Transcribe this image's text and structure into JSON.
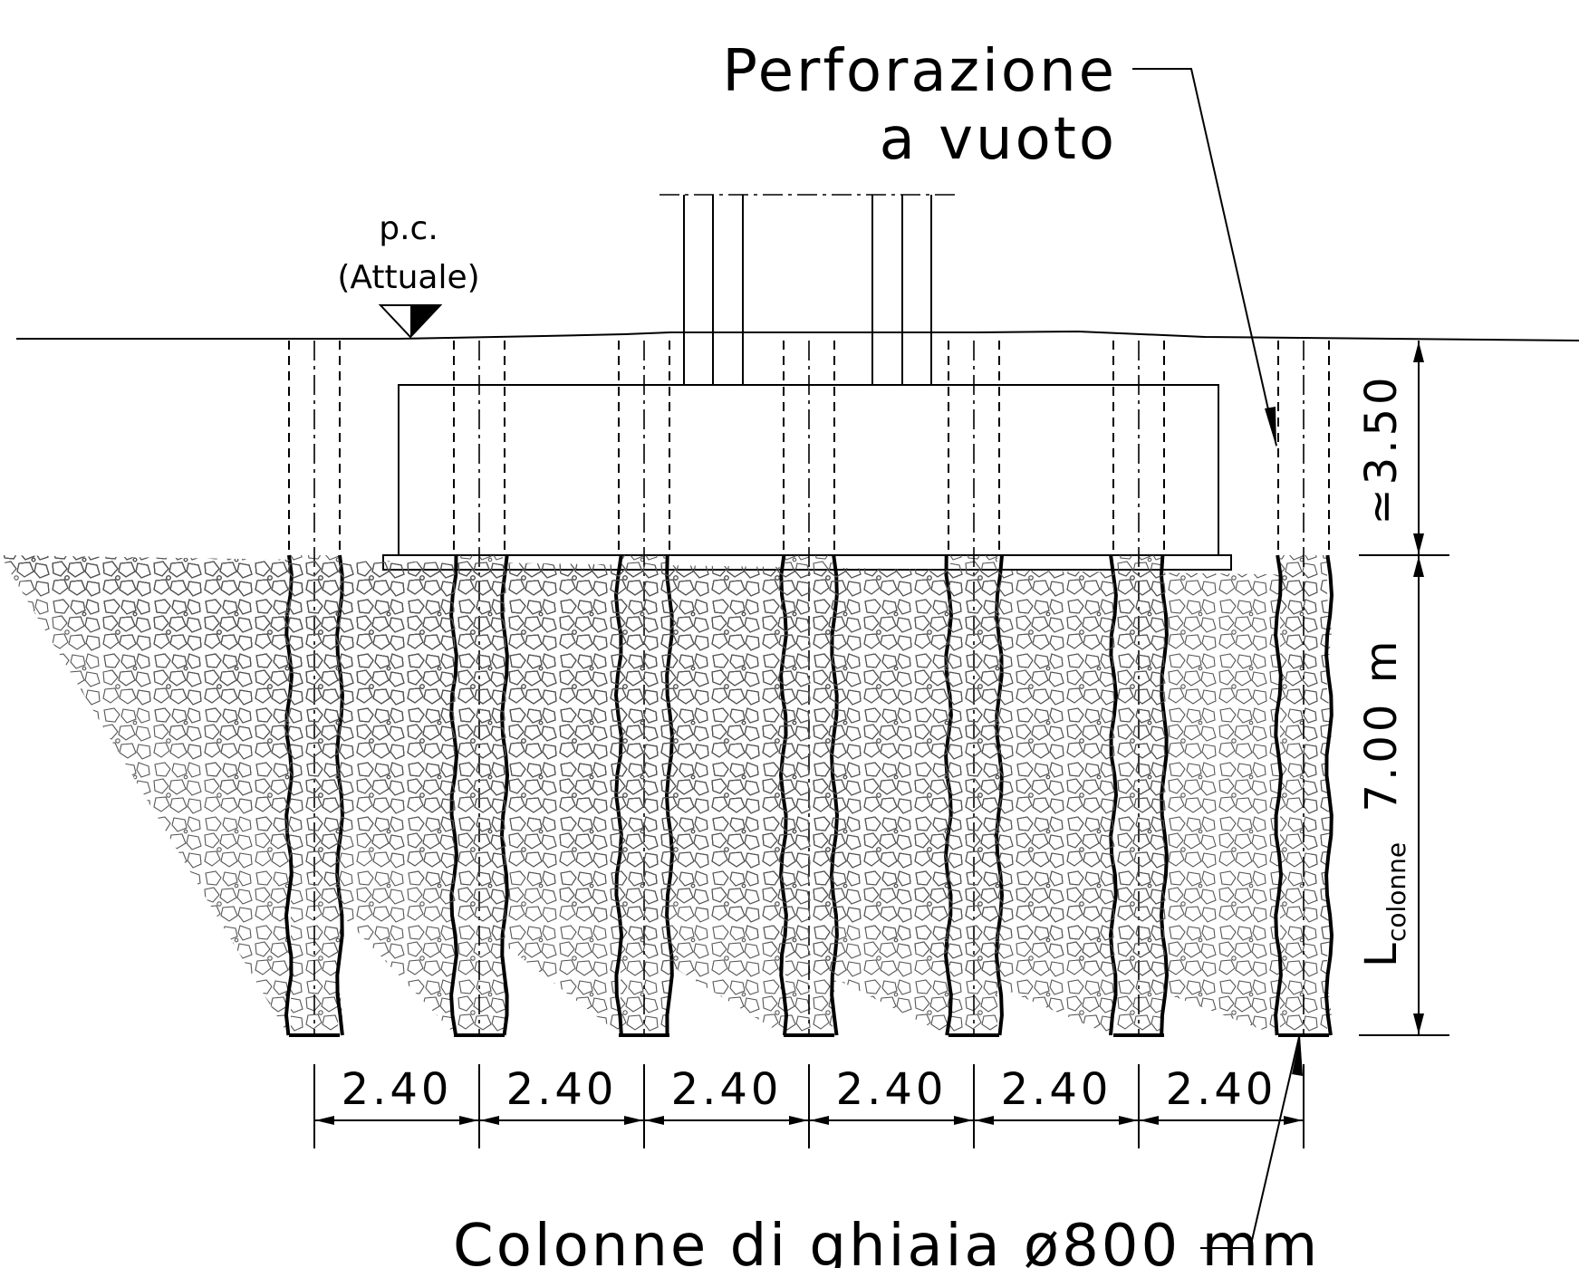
{
  "labels": {
    "perforazione_line1": "Perforazione",
    "perforazione_line2": "a vuoto",
    "pc_line1": "p.c.",
    "pc_line2": "(Attuale)",
    "dim_top": "≃3.50",
    "dim_length": "7.00 m",
    "dim_length_prefix": "L",
    "dim_length_subscript": "colonne",
    "spacing": [
      "2.40",
      "2.40",
      "2.40",
      "2.40",
      "2.40",
      "2.40"
    ],
    "colonne": "Colonne di ghiaia ø800 mm"
  },
  "columns": {
    "count": 7
  },
  "icons": [
    "ground-level-marker-icon",
    "leader-arrow-icon"
  ]
}
